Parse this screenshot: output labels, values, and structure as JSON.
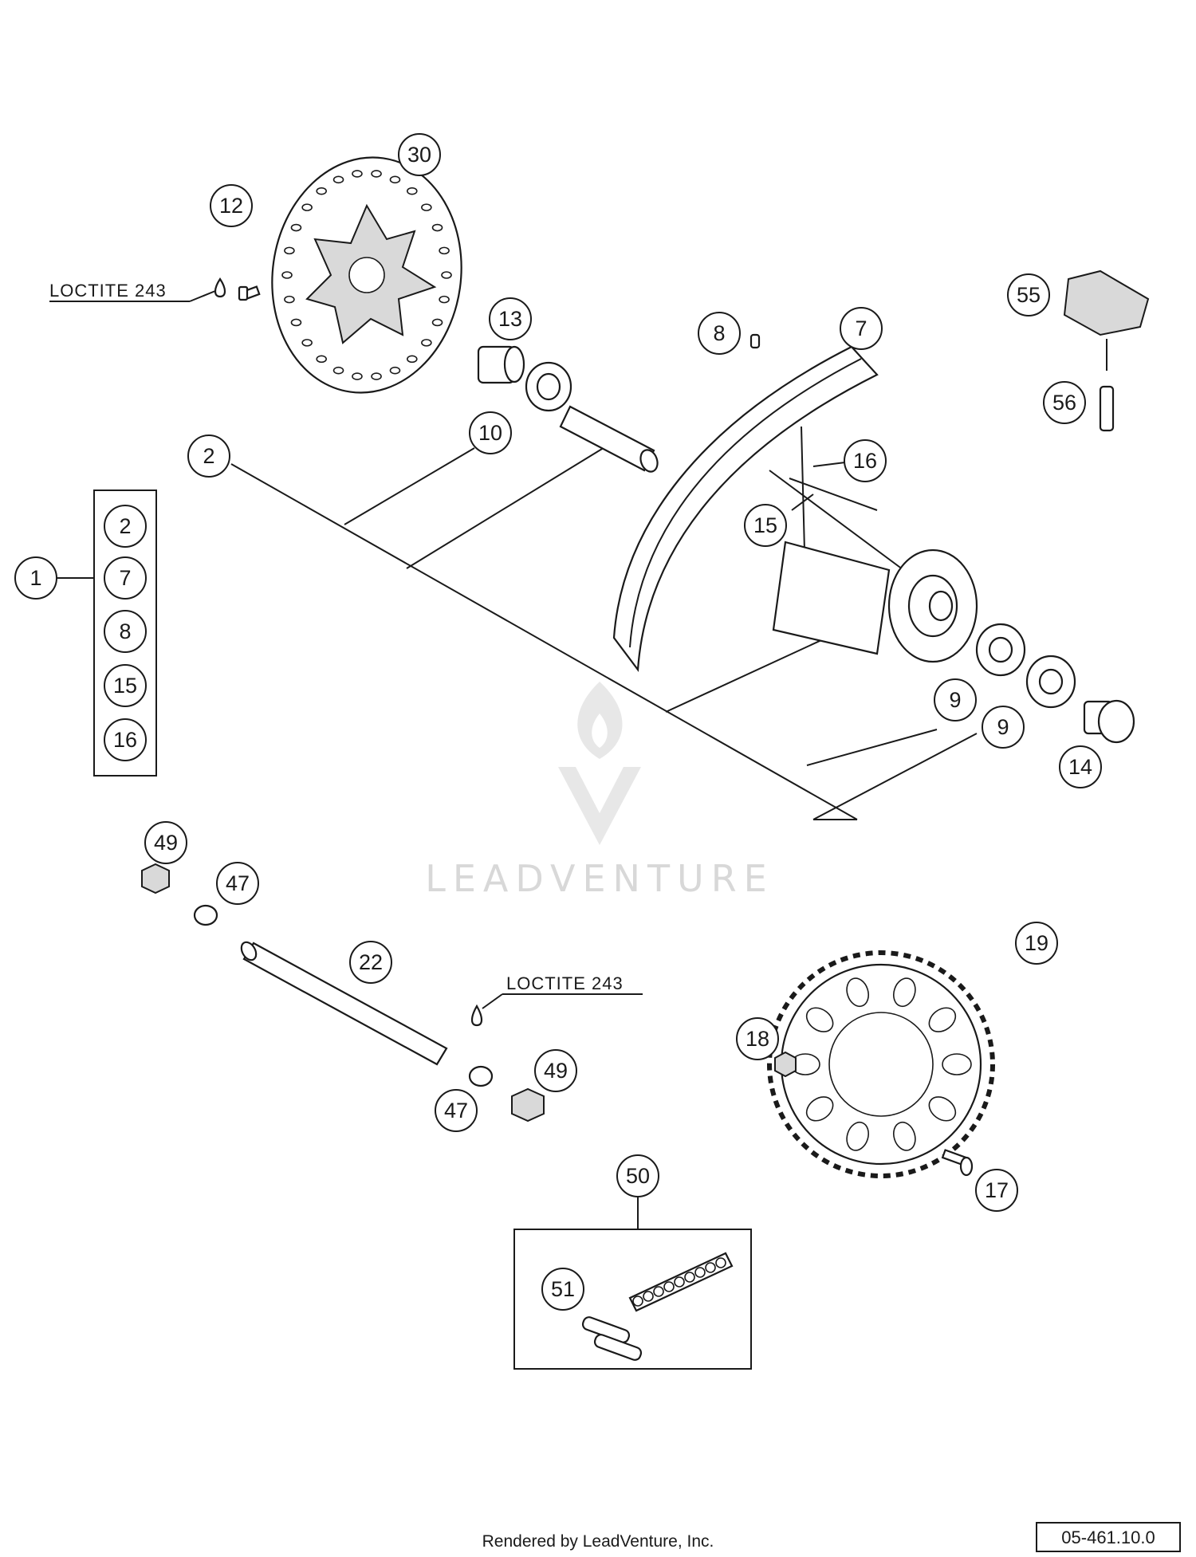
{
  "diagram": {
    "callouts": [
      {
        "id": "c30",
        "label": "30"
      },
      {
        "id": "c12",
        "label": "12"
      },
      {
        "id": "c13",
        "label": "13"
      },
      {
        "id": "c8",
        "label": "8"
      },
      {
        "id": "c7",
        "label": "7"
      },
      {
        "id": "c55",
        "label": "55"
      },
      {
        "id": "c56",
        "label": "56"
      },
      {
        "id": "c2",
        "label": "2"
      },
      {
        "id": "c10",
        "label": "10"
      },
      {
        "id": "c16",
        "label": "16"
      },
      {
        "id": "c15",
        "label": "15"
      },
      {
        "id": "c1",
        "label": "1"
      },
      {
        "id": "k2",
        "label": "2"
      },
      {
        "id": "k7",
        "label": "7"
      },
      {
        "id": "k8",
        "label": "8"
      },
      {
        "id": "k15",
        "label": "15"
      },
      {
        "id": "k16",
        "label": "16"
      },
      {
        "id": "c9a",
        "label": "9"
      },
      {
        "id": "c9b",
        "label": "9"
      },
      {
        "id": "c14",
        "label": "14"
      },
      {
        "id": "c49a",
        "label": "49"
      },
      {
        "id": "c47a",
        "label": "47"
      },
      {
        "id": "c22",
        "label": "22"
      },
      {
        "id": "c19",
        "label": "19"
      },
      {
        "id": "c18",
        "label": "18"
      },
      {
        "id": "c49b",
        "label": "49"
      },
      {
        "id": "c47b",
        "label": "47"
      },
      {
        "id": "c17",
        "label": "17"
      },
      {
        "id": "c50",
        "label": "50"
      },
      {
        "id": "c51",
        "label": "51"
      }
    ],
    "notes": [
      {
        "id": "n1",
        "text": "LOCTITE 243"
      },
      {
        "id": "n2",
        "text": "LOCTITE 243"
      }
    ]
  },
  "watermark": {
    "text": "LEADVENTURE"
  },
  "footer": {
    "rendered_by": "Rendered by LeadVenture, Inc.",
    "reference": "05-461.10.0"
  }
}
